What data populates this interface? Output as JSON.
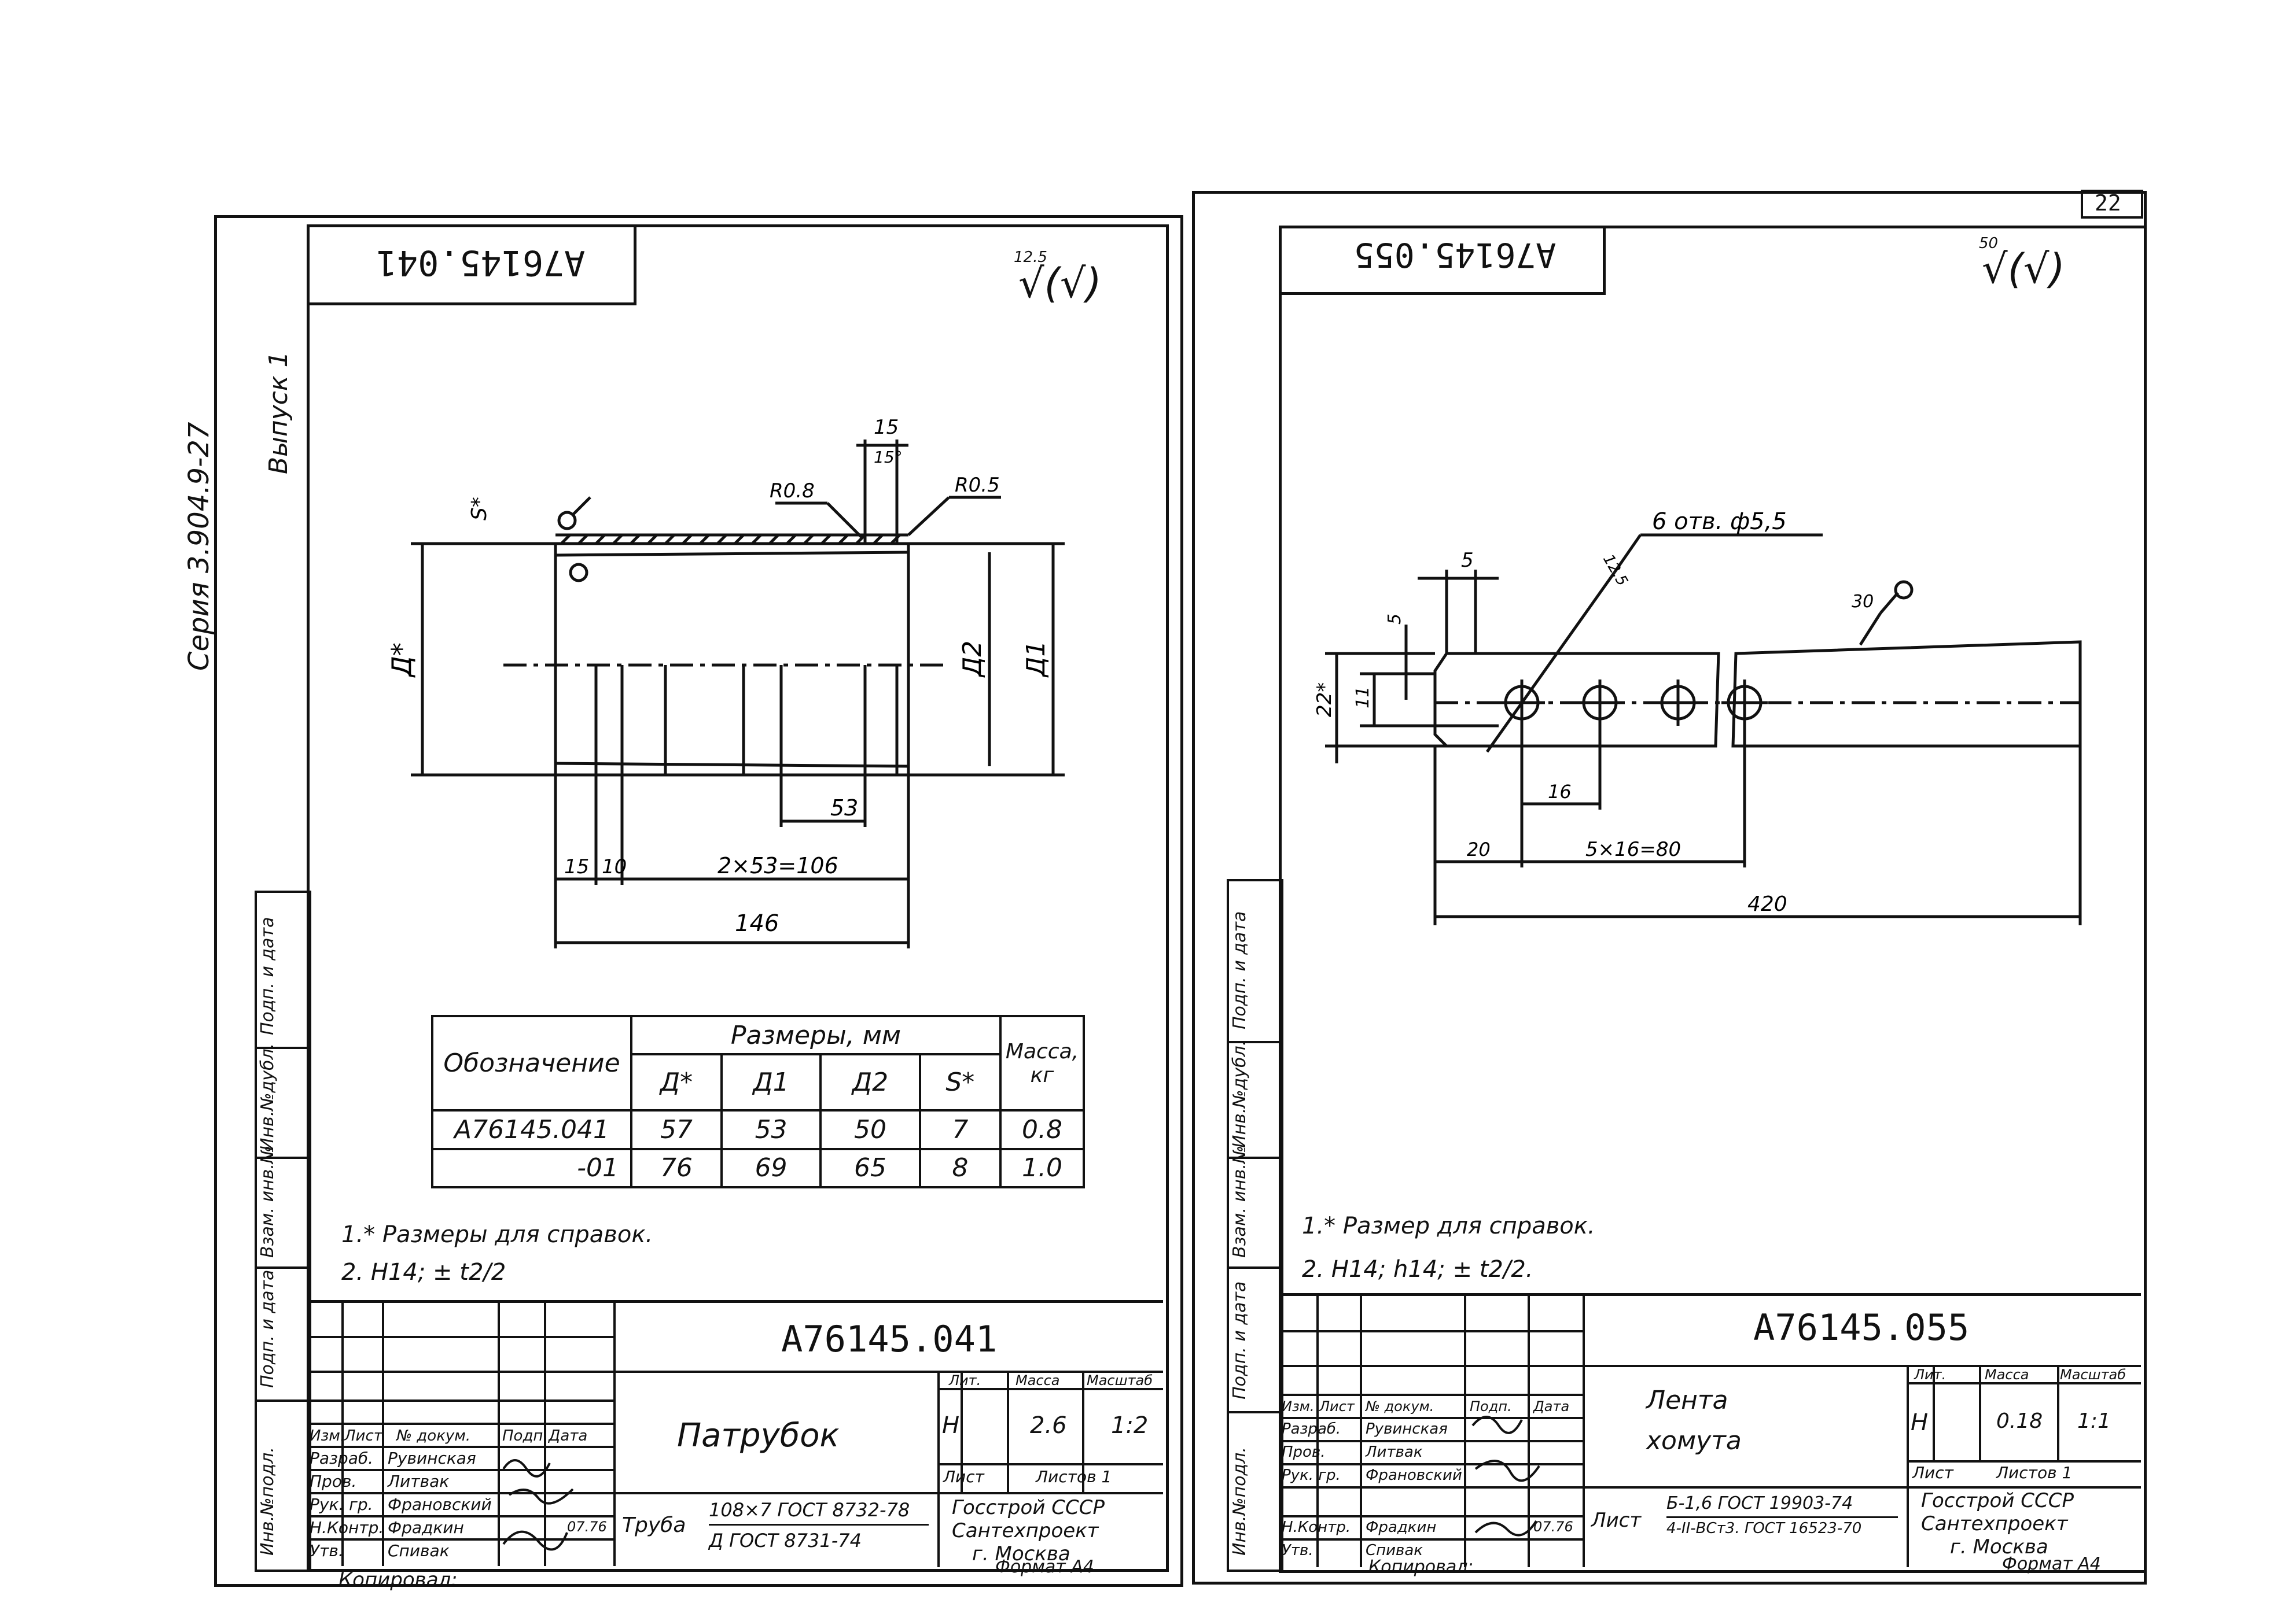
{
  "page_number": "22",
  "left": {
    "stamp": "А76145.041",
    "roughness_label": "12.5",
    "roughness_symbol": "√(√)",
    "margin_series": "Серия 3.904.9-27",
    "margin_issue": "Выпуск 1",
    "dims": {
      "d_star": "Д*",
      "d1": "Д1",
      "d2": "Д2",
      "s_star": "S*",
      "r_left": "R0.8",
      "r_right": "R0.5",
      "w15_top": "15",
      "angle": "15°",
      "w53": "53",
      "w15": "15",
      "w10": "10",
      "span": "2×53=106",
      "total": "146"
    },
    "table": {
      "col_designation": "Обозначение",
      "col_sizes": "Размеры, мм",
      "col_mass": "Масса, кг",
      "sub_headers": [
        "Д*",
        "Д1",
        "Д2",
        "S*"
      ],
      "rows": [
        {
          "designation": "А76145.041",
          "values": [
            "57",
            "53",
            "50",
            "7"
          ],
          "mass": "0.8"
        },
        {
          "designation": "-01",
          "values": [
            "76",
            "69",
            "65",
            "8"
          ],
          "mass": "1.0"
        }
      ]
    },
    "notes": [
      "1.* Размеры для справок.",
      "2. Н14; ± t2/2"
    ],
    "title_block": {
      "code": "А76145.041",
      "name": "Патрубок",
      "lit_header": "Лит.",
      "mass_header": "Масса",
      "scale_header": "Масштаб",
      "lit_value": "Н",
      "mass_value": "2.6",
      "scale_value": "1:2",
      "sheet": "Лист",
      "sheets": "Листов 1",
      "org_lines": [
        "Госстрой СССР",
        "Сантехпроект",
        "г. Москва"
      ],
      "material_label": "Труба",
      "material_lines": [
        "108×7 ГОСТ 8732-78",
        "Д ГОСТ 8731-74"
      ],
      "header_cells": [
        "Изм.",
        "Лист",
        "№ докум.",
        "Подп.",
        "Дата"
      ],
      "staff": [
        {
          "role": "Разраб.",
          "name": "Рувинская"
        },
        {
          "role": "Пров.",
          "name": "Литвак"
        },
        {
          "role": "Рук. гр.",
          "name": "Франовский"
        },
        {
          "role": "",
          "name": ""
        },
        {
          "role": "Н.Контр.",
          "name": "Фрадкин",
          "date": "07.76"
        },
        {
          "role": "Утв.",
          "name": "Спивак"
        }
      ],
      "copied": "Копировал:",
      "format": "Формат А4"
    },
    "side_stamps": [
      "Инв.№подл.",
      "Подп. и дата",
      "Взам. инв.№",
      "Инв.№дубл.",
      "Подп. и дата"
    ]
  },
  "right": {
    "stamp": "А76145.055",
    "roughness_label": "50",
    "roughness_symbol": "√(√)",
    "dims": {
      "holes": "6 отв. ф5,5",
      "r125": "12.5",
      "r30": "30",
      "w5": "5",
      "h5": "5",
      "h11": "11",
      "h22": "22*",
      "p16": "16",
      "off20": "20",
      "pitch": "5×16=80",
      "len": "420"
    },
    "notes": [
      "1.* Размер для справок.",
      "2. Н14; h14; ± t2/2."
    ],
    "title_block": {
      "code": "А76145.055",
      "name_lines": [
        "Лента",
        "хомута"
      ],
      "lit_header": "Лит.",
      "mass_header": "Масса",
      "scale_header": "Масштаб",
      "lit_value": "Н",
      "mass_value": "0.18",
      "scale_value": "1:1",
      "sheet": "Лист",
      "sheets": "Листов 1",
      "org_lines": [
        "Госстрой СССР",
        "Сантехпроект",
        "г. Москва"
      ],
      "material_label": "Лист",
      "material_lines": [
        "Б-1,6 ГОСТ 19903-74",
        "4-II-ВСт3. ГОСТ 16523-70"
      ],
      "header_cells": [
        "Изм.",
        "Лист",
        "№ докум.",
        "Подп.",
        "Дата"
      ],
      "staff": [
        {
          "role": "Разраб.",
          "name": "Рувинская"
        },
        {
          "role": "Пров.",
          "name": "Литвак"
        },
        {
          "role": "Рук. гр.",
          "name": "Франовский"
        },
        {
          "role": "",
          "name": ""
        },
        {
          "role": "Н.Контр.",
          "name": "Фрадкин",
          "date": "07.76"
        },
        {
          "role": "Утв.",
          "name": "Спивак"
        }
      ],
      "copied": "Копировал:",
      "format": "Формат А4"
    },
    "side_stamps": [
      "Инв.№подл.",
      "Подп. и дата",
      "Взам. инв.№",
      "Инв.№дубл.",
      "Подп. и дата"
    ]
  }
}
